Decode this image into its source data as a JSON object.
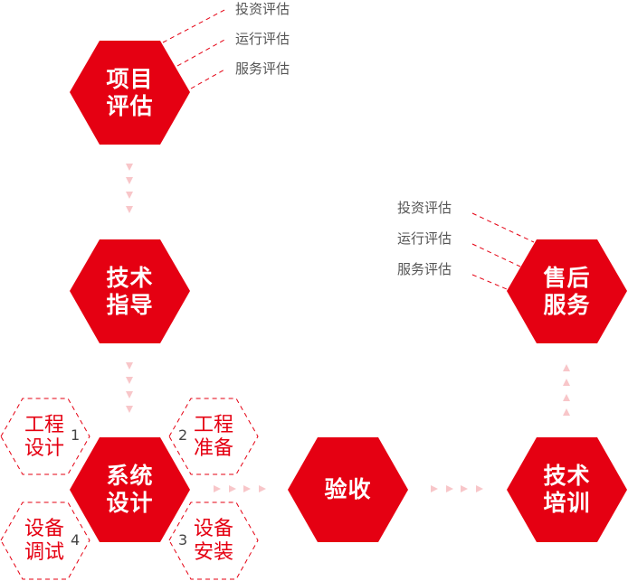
{
  "colors": {
    "accent": "#e50012",
    "arrow": "#f8c6c9",
    "text": "#555555"
  },
  "main_steps": [
    {
      "id": "project-eval",
      "line1": "项目",
      "line2": "评估"
    },
    {
      "id": "tech-guidance",
      "line1": "技术",
      "line2": "指导"
    },
    {
      "id": "system-design",
      "line1": "系统",
      "line2": "设计"
    },
    {
      "id": "acceptance",
      "line1": "验收",
      "line2": ""
    },
    {
      "id": "tech-training",
      "line1": "技术",
      "line2": "培训"
    },
    {
      "id": "after-sales",
      "line1": "售后",
      "line2": "服务"
    }
  ],
  "sub_steps": [
    {
      "num": "1",
      "line1": "工程",
      "line2": "设计"
    },
    {
      "num": "2",
      "line1": "工程",
      "line2": "准备"
    },
    {
      "num": "3",
      "line1": "设备",
      "line2": "安装"
    },
    {
      "num": "4",
      "line1": "设备",
      "line2": "调试"
    }
  ],
  "project_notes": [
    "投资评估",
    "运行评估",
    "服务评估"
  ],
  "after_sales_notes": [
    "投资评估",
    "运行评估",
    "服务评估"
  ]
}
